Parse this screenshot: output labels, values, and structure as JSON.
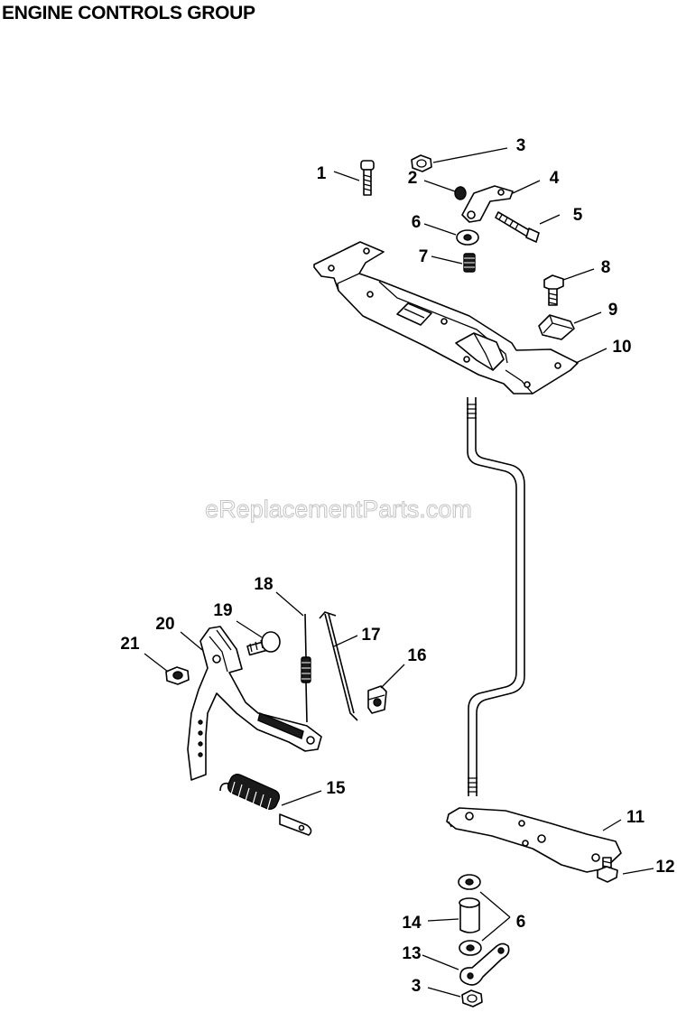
{
  "title": "ENGINE CONTROLS GROUP",
  "watermark": "eReplacementParts.com",
  "callouts": [
    {
      "id": "c1",
      "label": "1"
    },
    {
      "id": "c2",
      "label": "2"
    },
    {
      "id": "c3a",
      "label": "3"
    },
    {
      "id": "c4",
      "label": "4"
    },
    {
      "id": "c5",
      "label": "5"
    },
    {
      "id": "c6a",
      "label": "6"
    },
    {
      "id": "c7",
      "label": "7"
    },
    {
      "id": "c8",
      "label": "8"
    },
    {
      "id": "c9",
      "label": "9"
    },
    {
      "id": "c10",
      "label": "10"
    },
    {
      "id": "c11",
      "label": "11"
    },
    {
      "id": "c12",
      "label": "12"
    },
    {
      "id": "c13",
      "label": "13"
    },
    {
      "id": "c14",
      "label": "14"
    },
    {
      "id": "c15",
      "label": "15"
    },
    {
      "id": "c16",
      "label": "16"
    },
    {
      "id": "c17",
      "label": "17"
    },
    {
      "id": "c18",
      "label": "18"
    },
    {
      "id": "c19",
      "label": "19"
    },
    {
      "id": "c20",
      "label": "20"
    },
    {
      "id": "c21",
      "label": "21"
    },
    {
      "id": "c6b",
      "label": "6"
    },
    {
      "id": "c3b",
      "label": "3"
    }
  ]
}
